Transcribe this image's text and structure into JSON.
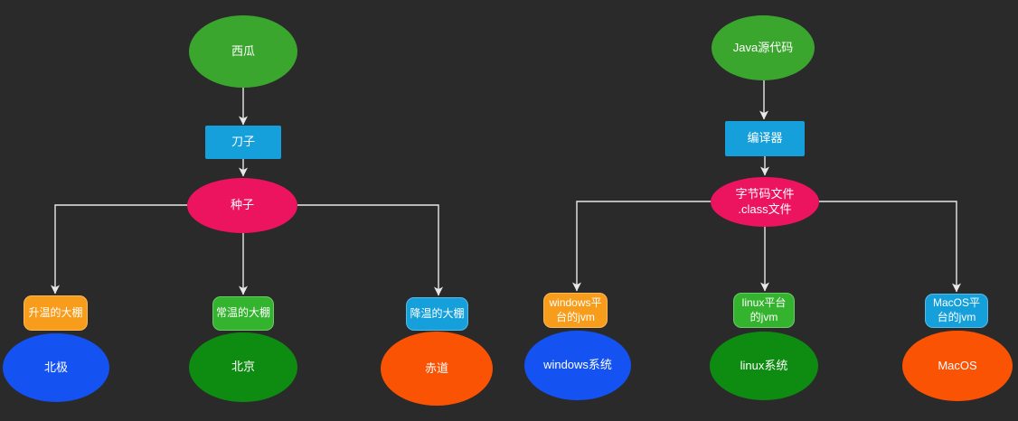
{
  "colors": {
    "background": "#2a2a2a",
    "green_ellipse": "#3aa62e",
    "blue_box": "#16a0db",
    "pink_ellipse": "#ec135f",
    "orange_box": "#f89d1b",
    "green_box": "#34b42e",
    "blue_ellipse": "#1453f1",
    "dark_green_ellipse": "#0e8c11",
    "orange_ellipse": "#fb5304",
    "arrow": "#e8e8e8",
    "text": "#ffffff"
  },
  "watermelon_chart": {
    "source": "西瓜",
    "tool": "刀子",
    "product": "种子",
    "branches": [
      {
        "env": "升温的大棚",
        "place": "北极"
      },
      {
        "env": "常温的大棚",
        "place": "北京"
      },
      {
        "env": "降温的大棚",
        "place": "赤道"
      }
    ]
  },
  "java_chart": {
    "source": "Java源代码",
    "tool": "编译器",
    "product": "字节码文件\n.class文件",
    "branches": [
      {
        "env": "windows平台的jvm",
        "place": "windows系统"
      },
      {
        "env": "linux平台的jvm",
        "place": "linux系统"
      },
      {
        "env": "MacOS平台的jvm",
        "place": "MacOS"
      }
    ]
  }
}
